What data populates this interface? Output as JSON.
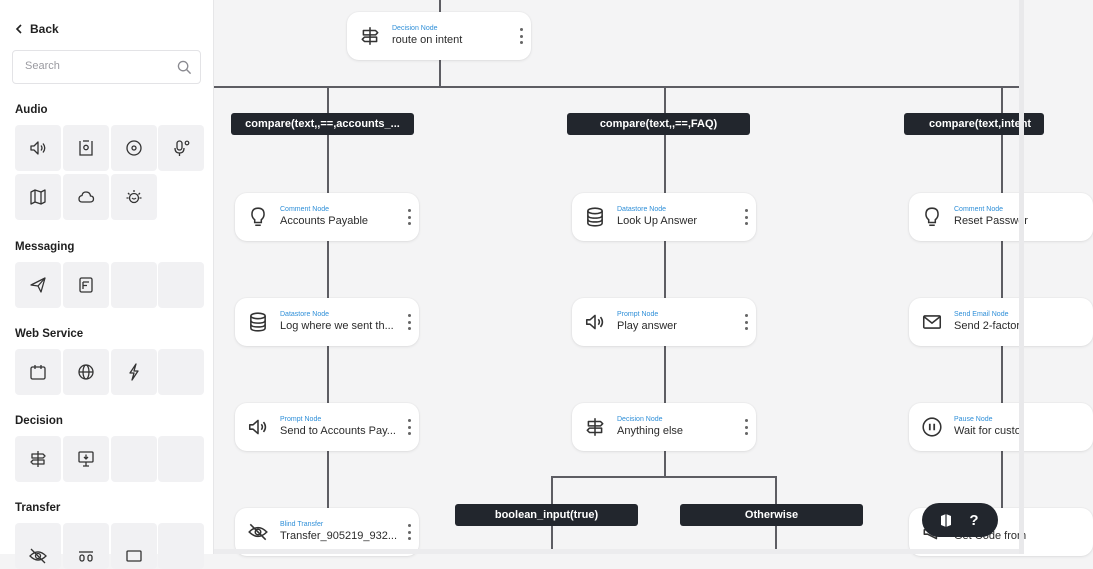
{
  "sidebar": {
    "back_label": "Back",
    "search_placeholder": "Search",
    "sections": {
      "audio": "Audio",
      "messaging": "Messaging",
      "web_service": "Web Service",
      "decision": "Decision",
      "transfer": "Transfer"
    }
  },
  "canvas": {
    "top_node": {
      "type": "Decision Node",
      "label": "route on intent",
      "icon": "signpost-icon"
    },
    "conditions": {
      "accounts": "compare(text,,==,accounts_...",
      "faq": "compare(text,,==,FAQ)",
      "intent": "compare(text,intent",
      "boolean": "boolean_input(true)",
      "otherwise": "Otherwise"
    },
    "nodes": {
      "c1n1": {
        "type": "Comment Node",
        "label": "Accounts Payable",
        "icon": "lightbulb-icon"
      },
      "c1n2": {
        "type": "Datastore Node",
        "label": "Log where we sent th...",
        "icon": "database-icon"
      },
      "c1n3": {
        "type": "Prompt Node",
        "label": "Send to Accounts Pay...",
        "icon": "speaker-icon"
      },
      "c1n4": {
        "type": "Blind Transfer",
        "label": "Transfer_905219_932...",
        "icon": "eye-off-icon"
      },
      "c2n1": {
        "type": "Datastore Node",
        "label": "Look Up Answer",
        "icon": "database-icon"
      },
      "c2n2": {
        "type": "Prompt Node",
        "label": "Play answer",
        "icon": "speaker-icon"
      },
      "c2n3": {
        "type": "Decision Node",
        "label": "Anything else",
        "icon": "signpost-icon"
      },
      "c3n1": {
        "type": "Comment Node",
        "label": "Reset Passwor",
        "icon": "lightbulb-icon"
      },
      "c3n2": {
        "type": "Send Email Node",
        "label": "Send 2-factor",
        "icon": "mail-icon"
      },
      "c3n3": {
        "type": "Pause Node",
        "label": "Wait for custo",
        "icon": "pause-icon"
      },
      "c3n4": {
        "type": "",
        "label": "Get Code from",
        "icon": "megaphone-icon"
      }
    }
  },
  "help": {
    "question": "?"
  },
  "colors": {
    "accent": "#2f8fd8",
    "dark": "#22262d",
    "edge": "#5d5d63"
  }
}
